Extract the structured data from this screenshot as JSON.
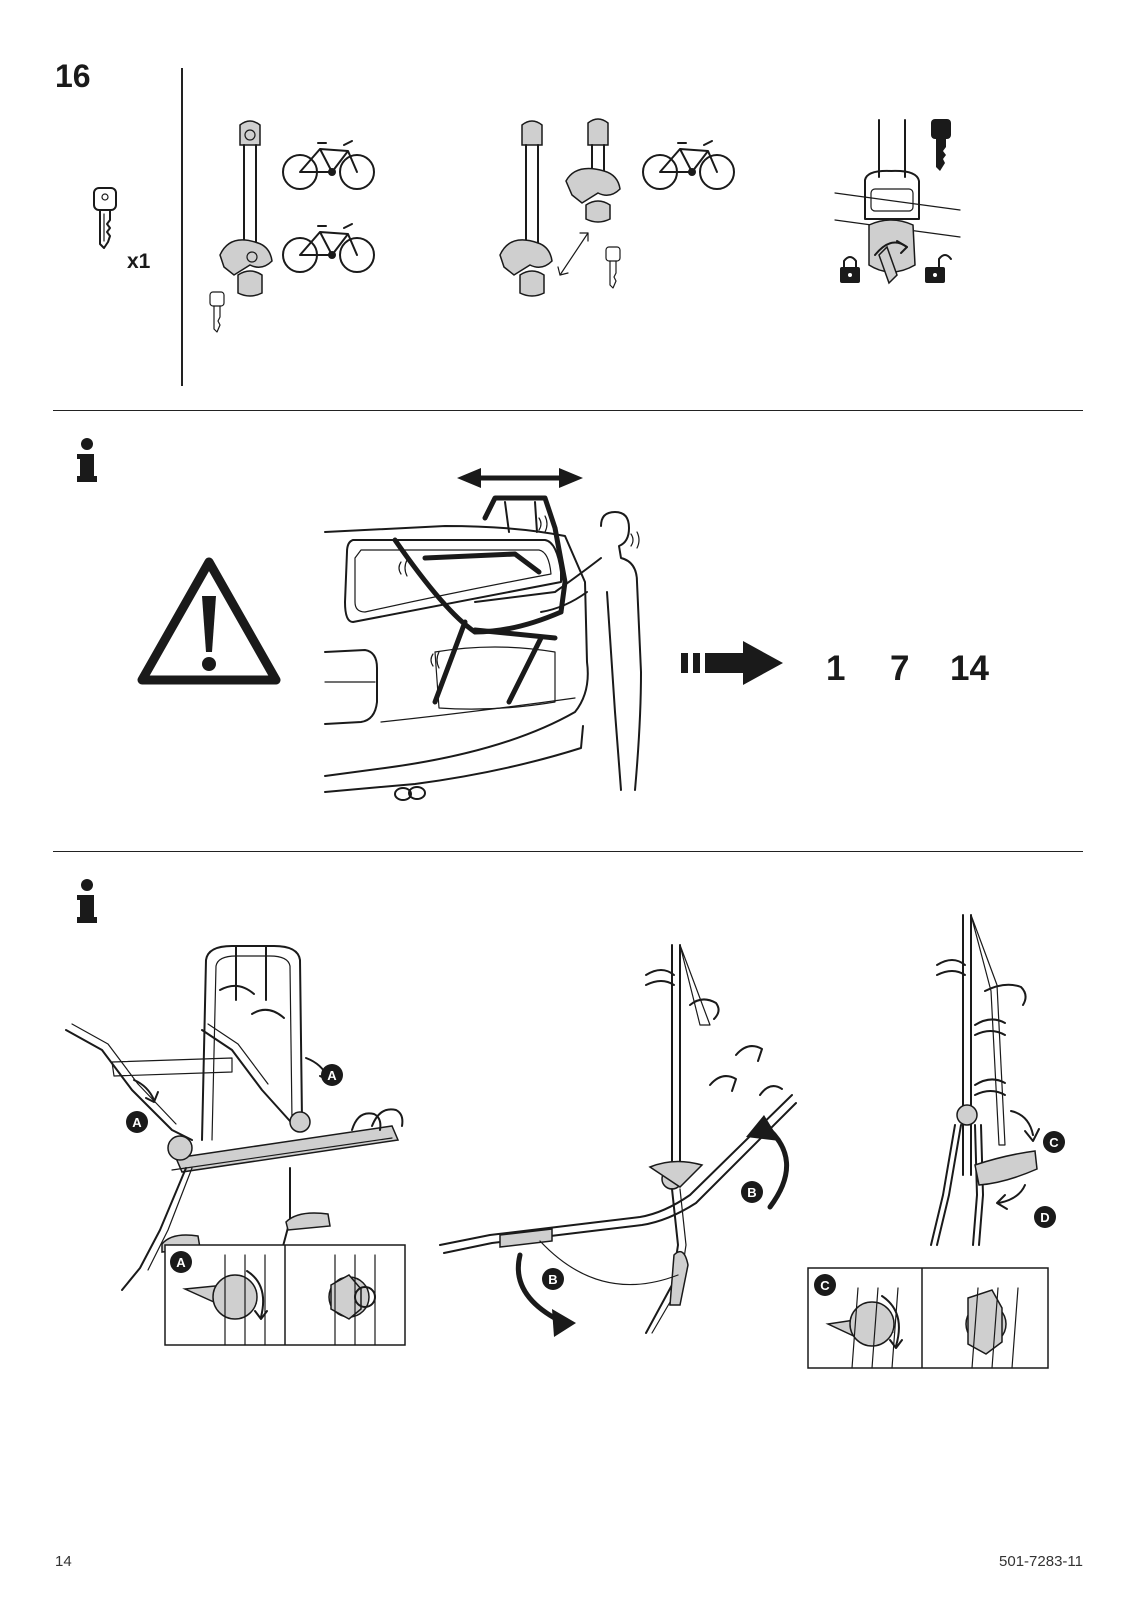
{
  "header": {
    "step_number": "16",
    "key_count": "x1"
  },
  "references": {
    "steps": [
      "1",
      "7",
      "14"
    ]
  },
  "labels": {
    "a": "A",
    "b": "B",
    "c": "C",
    "d": "D"
  },
  "footer": {
    "page_number": "14",
    "doc_code": "501-7283-11"
  }
}
